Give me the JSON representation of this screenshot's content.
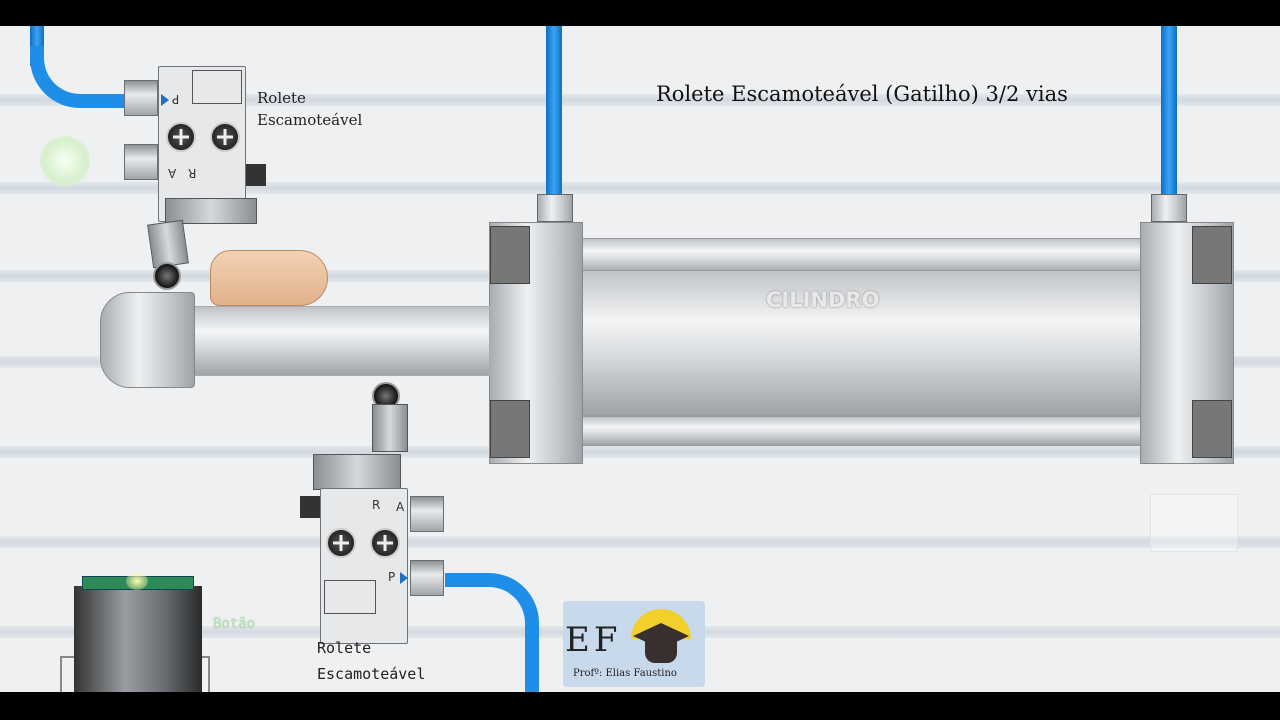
{
  "title": "Rolete Escamoteável (Gatilho) 3/2 vias",
  "cylinder": {
    "label": "CILINDRO"
  },
  "valve_top": {
    "label_line1": "Rolete",
    "label_line2": "Escamoteável",
    "ports": {
      "p": "P",
      "a": "A",
      "r": "R"
    }
  },
  "valve_bottom": {
    "label_line1": "Rolete",
    "label_line2": "Escamoteável",
    "ports": {
      "p": "P",
      "a": "A",
      "r": "R"
    }
  },
  "button": {
    "label": "Botão"
  },
  "logo": {
    "letters": "EF",
    "caption": "Profº: Elias Faustino"
  },
  "colors": {
    "tube": "#1e8ee8",
    "accent": "#1f6fc5",
    "button_top": "#2e8b57"
  }
}
